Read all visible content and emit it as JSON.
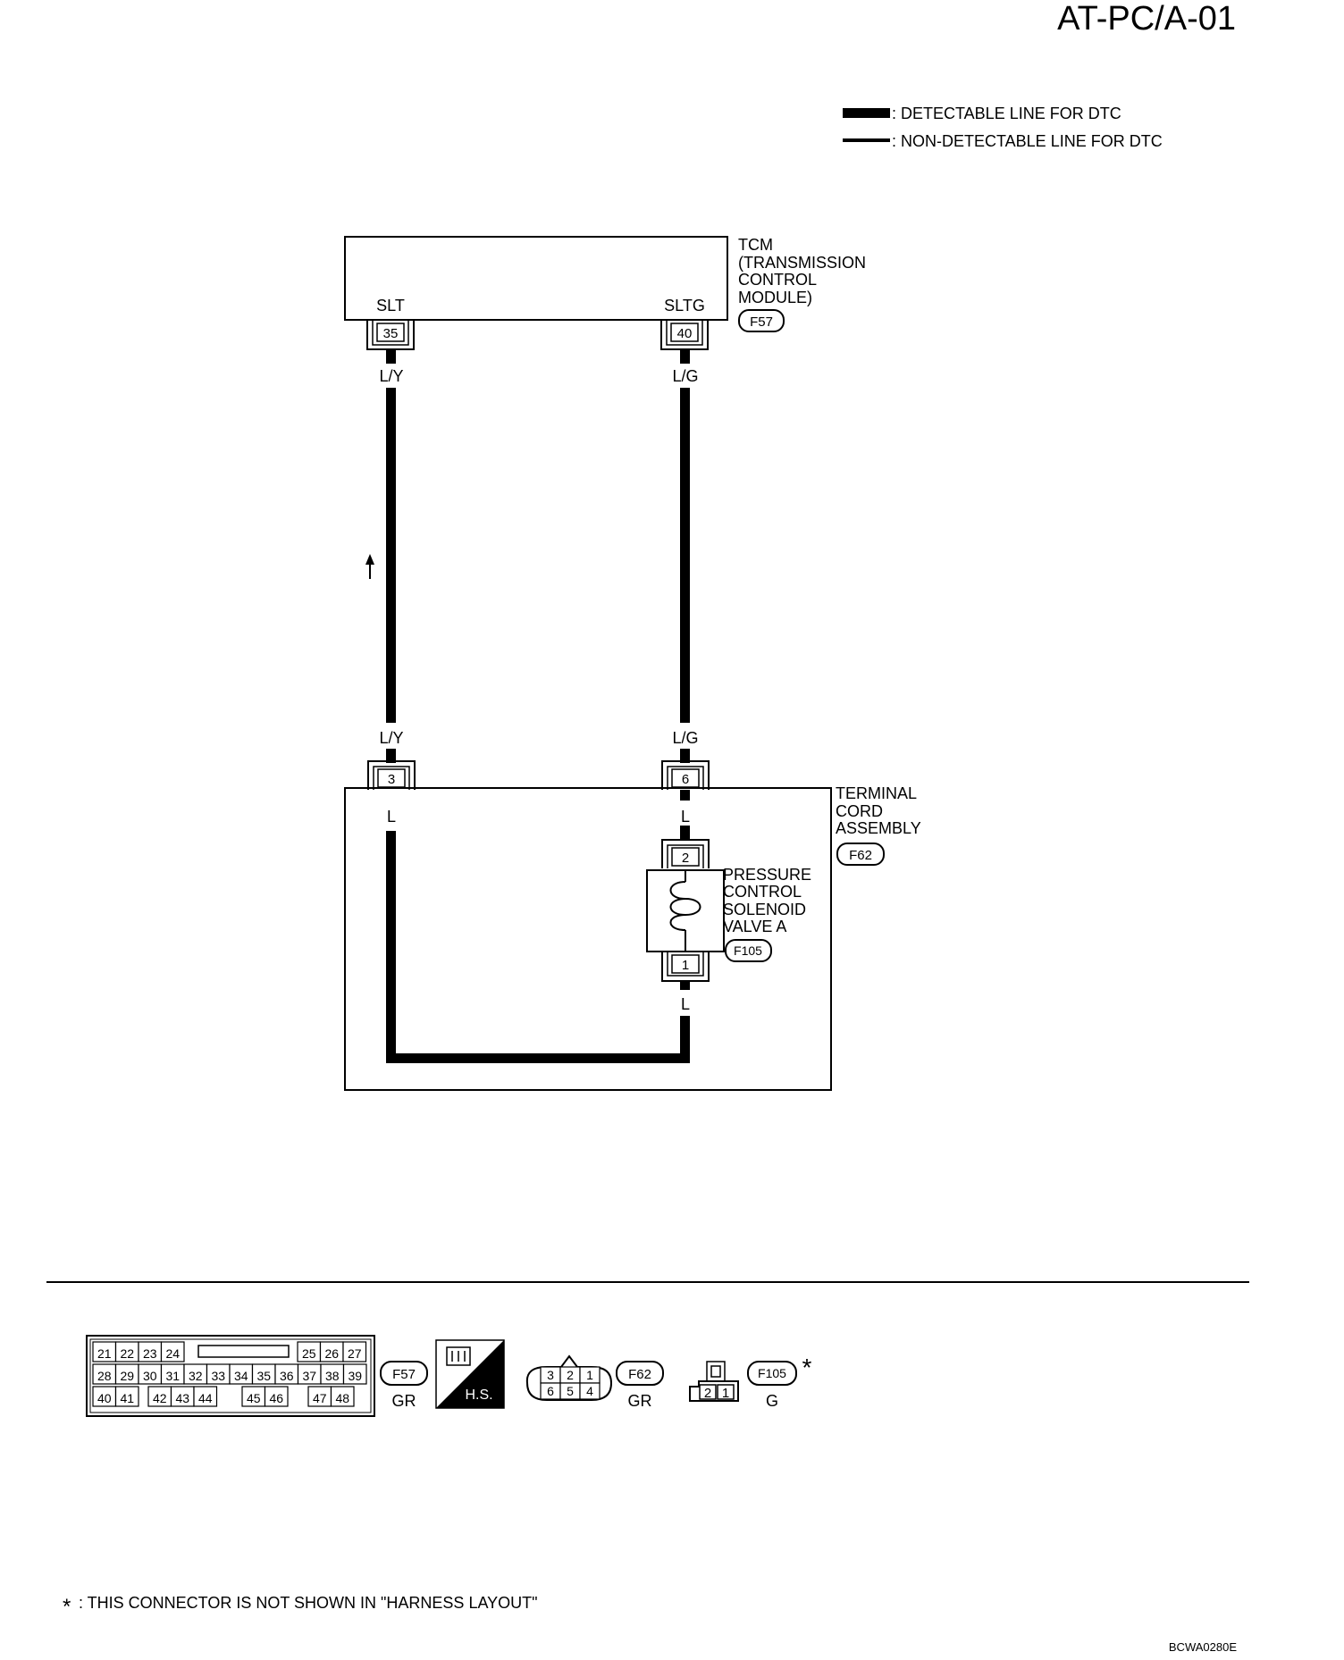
{
  "page_title": "AT-PC/A-01",
  "legend": {
    "detectable": ": DETECTABLE LINE FOR DTC",
    "non_detectable": ": NON-DETECTABLE LINE FOR DTC"
  },
  "tcm": {
    "name_line1": "TCM",
    "name_line2": "(TRANSMISSION",
    "name_line3": "CONTROL",
    "name_line4": "MODULE)",
    "connector": "F57",
    "terminals": [
      {
        "name": "SLT",
        "pin": "35",
        "wire": "L/Y"
      },
      {
        "name": "SLTG",
        "pin": "40",
        "wire": "L/G"
      }
    ]
  },
  "terminal_cord": {
    "name_line1": "TERMINAL",
    "name_line2": "CORD",
    "name_line3": "ASSEMBLY",
    "connector": "F62",
    "pin_left": "3",
    "pin_right": "6",
    "wire_left_top": "L/Y",
    "wire_right_top": "L/G",
    "wire_left_inner": "L",
    "wire_right_inner": "L",
    "wire_bottom": "L"
  },
  "solenoid": {
    "name_line1": "PRESSURE",
    "name_line2": "CONTROL",
    "name_line3": "SOLENOID",
    "name_line4": "VALVE A",
    "connector": "F105",
    "pin_top": "2",
    "pin_bottom": "1"
  },
  "connectors": {
    "f57_row1": [
      "21",
      "22",
      "23",
      "24",
      "25",
      "26",
      "27"
    ],
    "f57_row2": [
      "28",
      "29",
      "30",
      "31",
      "32",
      "33",
      "34",
      "35",
      "36",
      "37",
      "38",
      "39"
    ],
    "f57_row3": [
      "40",
      "41",
      "42",
      "43",
      "44",
      "45",
      "46",
      "47",
      "48"
    ],
    "f57_label": "F57",
    "f57_color": "GR",
    "hs_label": "H.S.",
    "f62_top": [
      "3",
      "2",
      "1"
    ],
    "f62_bottom": [
      "6",
      "5",
      "4"
    ],
    "f62_label": "F62",
    "f62_color": "GR",
    "f105_pins": [
      "2",
      "1"
    ],
    "f105_label": "F105",
    "f105_color": "G",
    "asterisk": "*"
  },
  "footnote_star": "*",
  "footnote": ": THIS CONNECTOR IS NOT SHOWN IN \"HARNESS LAYOUT\"",
  "code": "BCWA0280E"
}
